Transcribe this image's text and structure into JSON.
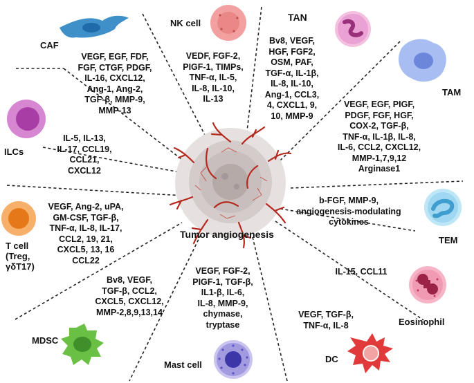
{
  "center": {
    "title": "Tumor angiogenesis"
  },
  "cells": [
    {
      "id": "caf",
      "label": "CAF",
      "factors": "VEGF, EGF, FDF,\nFGF, CTGF,  PDGF,\nIL-16, CXCL12,\nAng-1, Ang-2,\nTGF-β, MMP-9,\nMMP-13"
    },
    {
      "id": "nk",
      "label": "NK cell",
      "factors": "VEDF, FGF-2,\nPIGF-1, TIMPs,\nTNF-α, IL-5,\nIL-8, IL-10,\nIL-13"
    },
    {
      "id": "tan",
      "label": "TAN",
      "factors": "Bv8, VEGF,\nHGF, FGF2,\nOSM, PAF,\nTGF-α, IL-1β,\nIL-8, IL-10,\nAng-1, CCL3,\n4, CXCL1, 9,\n10, MMP-9"
    },
    {
      "id": "tam",
      "label": "TAM",
      "factors": "VEGF, EGF, PIGF,\nPDGF, FGF, HGF,\nCOX-2, TGF-β,\nTNF-α,  IL-1β, IL-8,\nIL-6, CCL2, CXCL12,\nMMP-1,7,9,12\nArginase1"
    },
    {
      "id": "ilcs",
      "label": "ILCs",
      "factors": "IL-5, IL-13,\nIL-17, CCL19,\nCCL21,\nCXCL12"
    },
    {
      "id": "tem",
      "label": "TEM",
      "factors": "b-FGF, MMP-9,\nangiogenesis-modulating\ncytokines"
    },
    {
      "id": "tcell",
      "label": "T cell\n(Treg,\nγδT17)",
      "factors": "VEGF, Ang-2, uPA,\nGM-CSF, TGF-β,\nTNF-α, IL-8, IL-17,\nCCL2, 19, 21,\nCXCL5, 13, 16\nCCL22"
    },
    {
      "id": "eos",
      "label": "Eosinophil",
      "factors": "IL-15, CCL11"
    },
    {
      "id": "mdsc",
      "label": "MDSC",
      "factors": "Bv8, VEGF,\nTGF-β, CCL2,\nCXCL5, CXCL12,\nMMP-2,8,9,13,14"
    },
    {
      "id": "mast",
      "label": "Mast cell",
      "factors": "VEGF, FGF-2,\nPIGF-1, TGF-β,\nIL1-β, IL-6,\nIL-8, MMP-9,\nchymase,\ntryptase"
    },
    {
      "id": "dc",
      "label": "DC",
      "factors": "VEGF, TGF-β,\nTNF-α, IL-8"
    }
  ],
  "colors": {
    "caf": "#3f8fc9",
    "nk": "#f2a0a0",
    "tan": "#e9a2d3",
    "tam": "#8ea8ec",
    "ilcs": "#b74bb3",
    "tem": "#7fc8e8",
    "tcell": "#f19a3e",
    "eos": "#e06a8c",
    "mdsc": "#6abf45",
    "mast": "#7a74c8",
    "dc": "#e03a3a",
    "vessel": "#b52a1f",
    "tumor_core": "#b5aaa8"
  }
}
